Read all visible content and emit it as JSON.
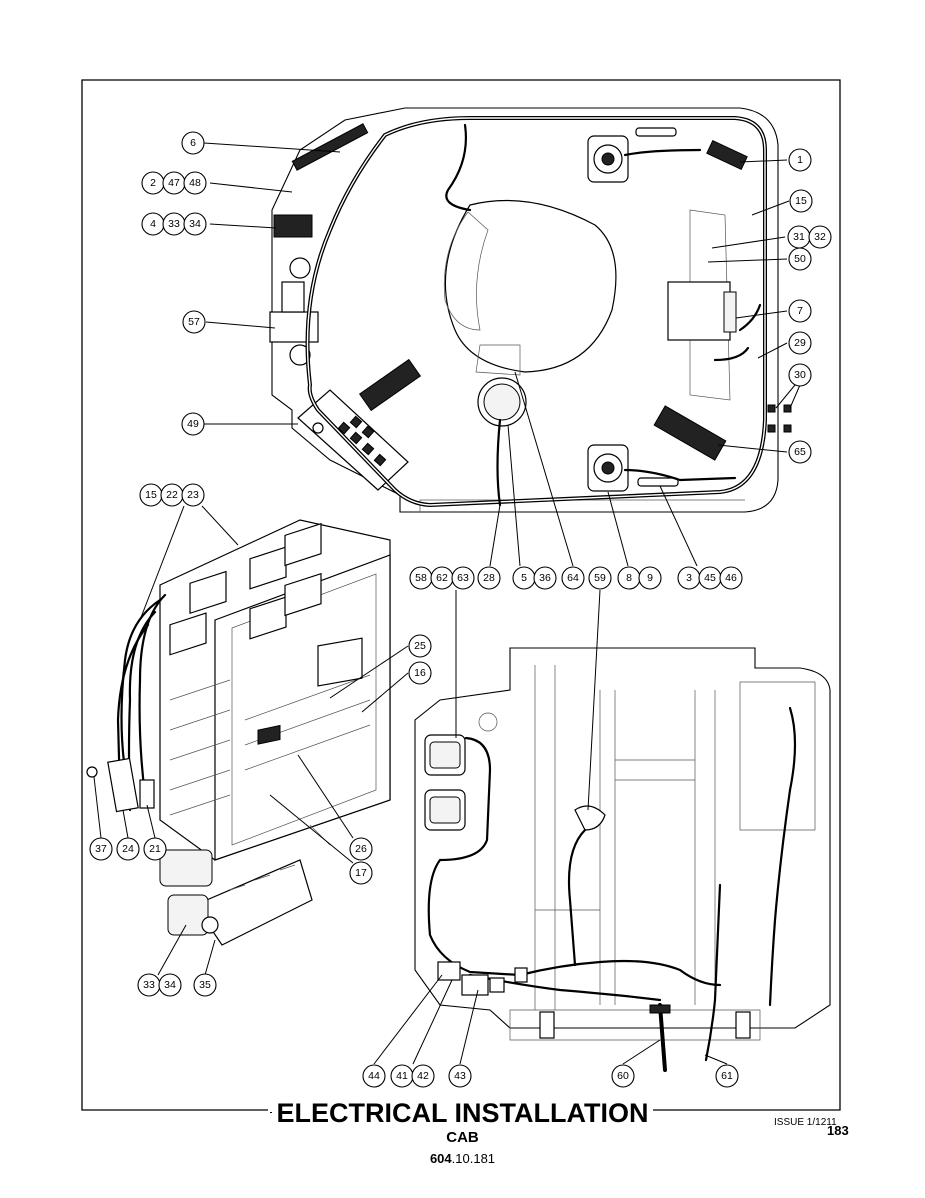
{
  "title": "ELECTRICAL INSTALLATION",
  "subtitle": "CAB",
  "doc_code": {
    "bold": "604",
    "rest": ".10.181"
  },
  "issue": "ISSUE 1/1211",
  "page_number": "183",
  "callouts": {
    "c1": "1",
    "c15": "15",
    "c31": "31",
    "c32": "32",
    "c50": "50",
    "c7": "7",
    "c29": "29",
    "c30": "30",
    "c65": "65",
    "c6": "6",
    "c2": "2",
    "c47": "47",
    "c48": "48",
    "c4": "4",
    "c33": "33",
    "c34": "34",
    "c57": "57",
    "c49": "49",
    "c28": "28",
    "c5": "5",
    "c36": "36",
    "c64": "64",
    "c8": "8",
    "c9": "9",
    "c3": "3",
    "c45": "45",
    "c46": "46",
    "c15b": "15",
    "c22": "22",
    "c23": "23",
    "c25": "25",
    "c16": "16",
    "c37": "37",
    "c24": "24",
    "c21": "21",
    "c26": "26",
    "c17": "17",
    "c33b": "33",
    "c34b": "34",
    "c35": "35",
    "c58": "58",
    "c62": "62",
    "c63": "63",
    "c59": "59",
    "c44": "44",
    "c41": "41",
    "c42": "42",
    "c43": "43",
    "c60": "60",
    "c61": "61"
  }
}
